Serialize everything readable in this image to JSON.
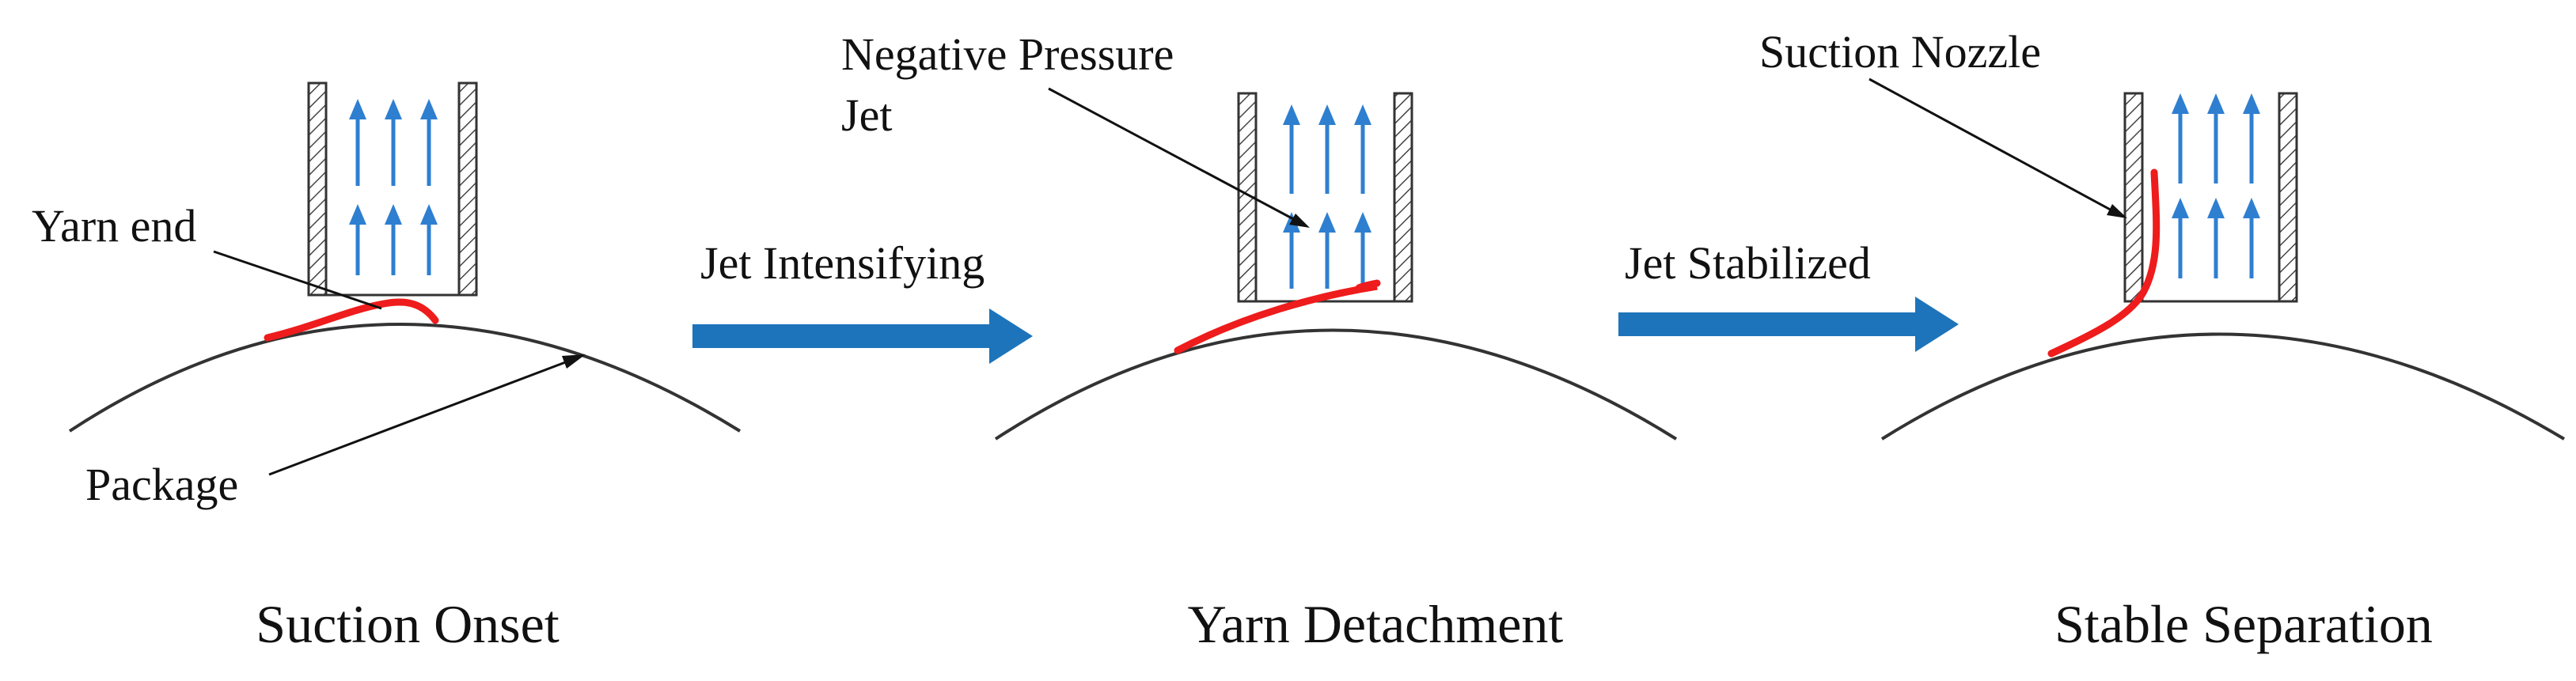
{
  "labels": {
    "yarn_end": "Yarn end",
    "package": "Package",
    "negative_pressure_line1": "Negative Pressure",
    "negative_pressure_line2": "Jet",
    "suction_nozzle": "Suction Nozzle"
  },
  "transitions": {
    "first": "Jet Intensifying",
    "second": "Jet Stabilized"
  },
  "stages": [
    {
      "caption": "Suction Onset"
    },
    {
      "caption": "Yarn Detachment"
    },
    {
      "caption": "Stable Separation"
    }
  ],
  "colors": {
    "flow_arrow": "#2f7fd0",
    "yarn": "#ee1c1c",
    "transition_arrow": "#1d74ba",
    "outline": "#2a2a2a"
  }
}
